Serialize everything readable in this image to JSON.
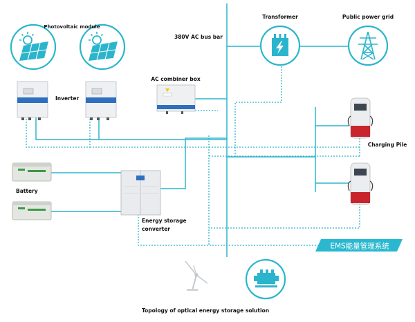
{
  "labels": {
    "photovoltaic_module": "Photovoltaic module",
    "bus_bar": "380V AC bus bar",
    "transformer": "Transformer",
    "public_grid": "Public power grid",
    "inverter": "Inverter",
    "ac_combiner": "AC combiner box",
    "battery": "Battery",
    "pcs_line1": "Energy storage",
    "pcs_line2": "converter",
    "charging_pile": "Charging Pile",
    "ems": "EMS能量管理系统",
    "caption": "Topology of optical energy storage solution"
  },
  "colors": {
    "teal": "#2bb5cc",
    "ems_bar": "#2ab8d0",
    "text": "#111111"
  },
  "icons": [
    "solar-panel-icon",
    "transformer-icon",
    "power-tower-icon",
    "generator-icon",
    "wind-turbine-icon"
  ]
}
